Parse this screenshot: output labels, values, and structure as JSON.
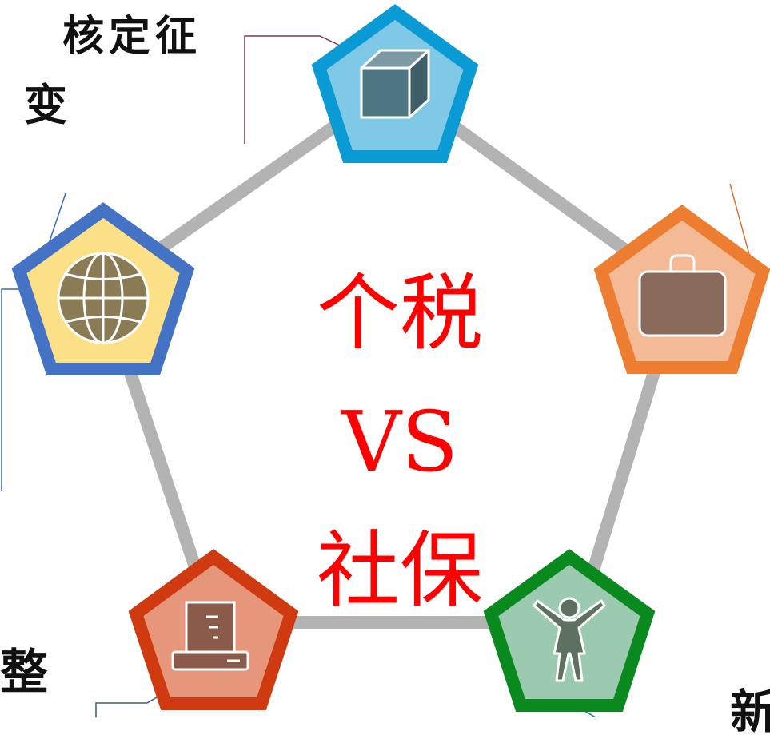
{
  "center_title": {
    "line1": "个税",
    "line2": "VS",
    "line3": "社保"
  },
  "label_fragments": {
    "top_left": "核定征",
    "upper_left": "变",
    "bottom_left": "整",
    "bottom_right": "新"
  },
  "colors": {
    "title": "#ff0000",
    "ring": "#b3b3b3",
    "top_node": {
      "fill": "#7fc9e6",
      "border": "#0b9bd4",
      "icon": "#4e7683"
    },
    "left_node": {
      "fill": "#fce087",
      "border": "#4472c4",
      "icon": "#8a7b55"
    },
    "right_node": {
      "fill": "#f4b995",
      "border": "#ed7d31",
      "icon": "#8a6a5a"
    },
    "bottom_left_node": {
      "fill": "#e6967b",
      "border": "#d03a10",
      "icon": "#8a5a4a"
    },
    "bottom_right_node": {
      "fill": "#9ccab0",
      "border": "#0a8a1e",
      "icon": "#5e7060"
    }
  },
  "nodes": [
    {
      "id": "top",
      "icon": "cube-icon"
    },
    {
      "id": "left",
      "icon": "globe-icon"
    },
    {
      "id": "right",
      "icon": "briefcase-icon"
    },
    {
      "id": "bottom-left",
      "icon": "computer-icon"
    },
    {
      "id": "bottom-right",
      "icon": "person-icon"
    }
  ]
}
